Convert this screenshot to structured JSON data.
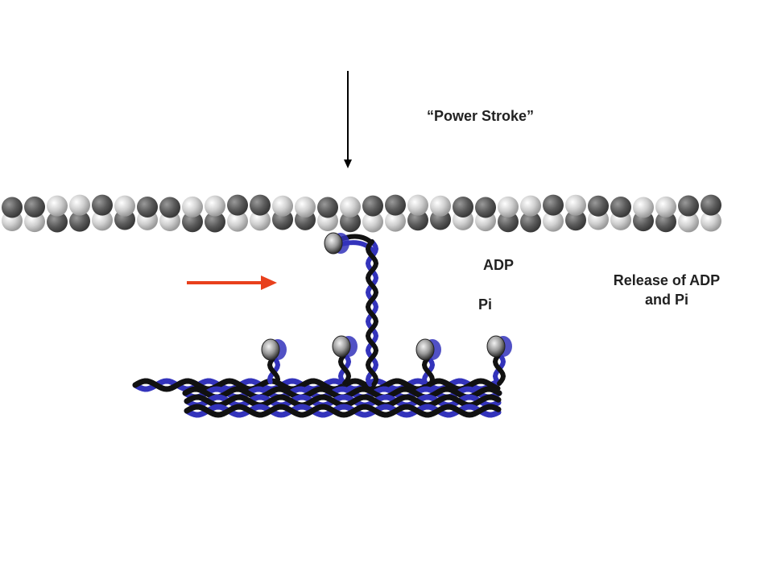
{
  "labels": {
    "title": "“Power Stroke”",
    "adp": "ADP",
    "pi": "Pi",
    "release_line1": "Release of ADP",
    "release_line2": "and Pi"
  },
  "colors": {
    "background": "#ffffff",
    "text": "#222222",
    "arrow_vertical": "#000000",
    "arrow_red": "#e8401c",
    "myosin_blue": "#3333bb",
    "myosin_black": "#111111",
    "actin_dark": "#555555",
    "actin_light": "#c8c8c8"
  },
  "icons": {
    "actin": "actin-filament-icon",
    "myosin_head": "myosin-head-icon",
    "thick_filament": "thick-filament-icon"
  }
}
